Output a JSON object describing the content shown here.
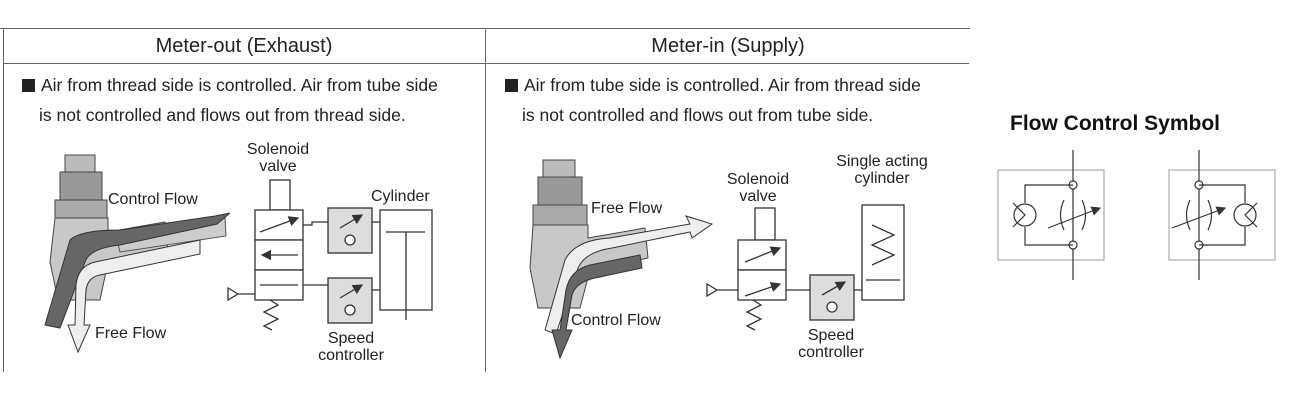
{
  "meter_out": {
    "title": "Meter-out  (Exhaust)",
    "desc_line1": "Air from thread side is controlled. Air from tube side",
    "desc_line2": "is not controlled and flows out from thread side.",
    "labels": {
      "control_flow": "Control Flow",
      "free_flow": "Free Flow",
      "solenoid_l1": "Solenoid",
      "solenoid_l2": "valve",
      "cylinder": "Cylinder",
      "speed_l1": "Speed",
      "speed_l2": "controller"
    }
  },
  "meter_in": {
    "title": "Meter-in  (Supply)",
    "desc_line1": "Air from tube side is controlled. Air from thread side",
    "desc_line2": "is not controlled and flows out from tube side.",
    "labels": {
      "free_flow": "Free Flow",
      "control_flow": "Control Flow",
      "solenoid_l1": "Solenoid",
      "solenoid_l2": "valve",
      "cyl_l1": "Single acting",
      "cyl_l2": "cylinder",
      "speed_l1": "Speed",
      "speed_l2": "controller"
    }
  },
  "symbol": {
    "title": "Flow Control Symbol"
  }
}
